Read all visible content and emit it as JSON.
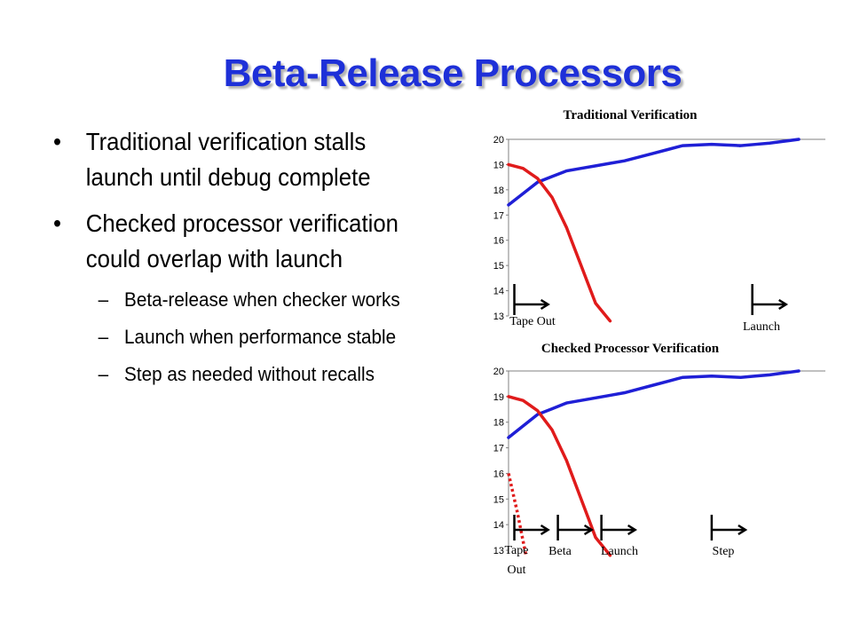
{
  "slide": {
    "title": "Beta-Release Processors",
    "bullets": [
      {
        "text": "Traditional verification stalls launch until debug complete",
        "subs": []
      },
      {
        "text": "Checked processor verification could overlap with launch",
        "subs": [
          "Beta-release when checker works",
          "Launch when performance stable",
          "Step as needed without recalls"
        ]
      }
    ]
  },
  "colors": {
    "title": "#1e30d8",
    "series_blue": "#1f1fd6",
    "series_red": "#e01b1b",
    "axis": "#808080"
  },
  "chart_data": [
    {
      "type": "line",
      "title": "Traditional Verification",
      "ylim": [
        13,
        20
      ],
      "yticks": [
        20,
        19,
        18,
        17,
        16,
        15,
        14,
        13
      ],
      "x_range": [
        0,
        100
      ],
      "grid": false,
      "series": [
        {
          "style": "solid",
          "color": "blue",
          "x": [
            0,
            10,
            20,
            30,
            40,
            50,
            60,
            70,
            80,
            90,
            100
          ],
          "y": [
            17.4,
            18.3,
            18.75,
            18.95,
            19.15,
            19.45,
            19.75,
            19.8,
            19.75,
            19.85,
            20.0
          ]
        },
        {
          "style": "solid",
          "color": "red",
          "x": [
            0,
            5,
            10,
            15,
            20,
            25,
            30,
            35
          ],
          "y": [
            19.0,
            18.85,
            18.45,
            17.7,
            16.5,
            15.0,
            13.5,
            12.8
          ]
        }
      ],
      "markers": [
        {
          "label": "Tape Out",
          "x": 2
        },
        {
          "label": "Launch",
          "x": 84
        }
      ]
    },
    {
      "type": "line",
      "title": "Checked Processor Verification",
      "ylim": [
        13,
        20
      ],
      "yticks": [
        20,
        19,
        18,
        17,
        16,
        15,
        14,
        13
      ],
      "x_range": [
        0,
        100
      ],
      "grid": false,
      "series": [
        {
          "style": "solid",
          "color": "blue",
          "x": [
            0,
            10,
            20,
            30,
            40,
            50,
            60,
            70,
            80,
            90,
            100
          ],
          "y": [
            17.4,
            18.3,
            18.75,
            18.95,
            19.15,
            19.45,
            19.75,
            19.8,
            19.75,
            19.85,
            20.0
          ]
        },
        {
          "style": "solid",
          "color": "red",
          "x": [
            0,
            5,
            10,
            15,
            20,
            25,
            30,
            35
          ],
          "y": [
            19.0,
            18.85,
            18.45,
            17.7,
            16.5,
            15.0,
            13.5,
            12.8
          ]
        },
        {
          "style": "dotted",
          "color": "red",
          "x": [
            0,
            3,
            6
          ],
          "y": [
            16.0,
            14.5,
            12.8
          ]
        }
      ],
      "markers": [
        {
          "label": "Tape Out",
          "x": 2
        },
        {
          "label": "Beta",
          "x": 17
        },
        {
          "label": "Launch",
          "x": 32
        },
        {
          "label": "Step",
          "x": 70
        }
      ]
    }
  ]
}
